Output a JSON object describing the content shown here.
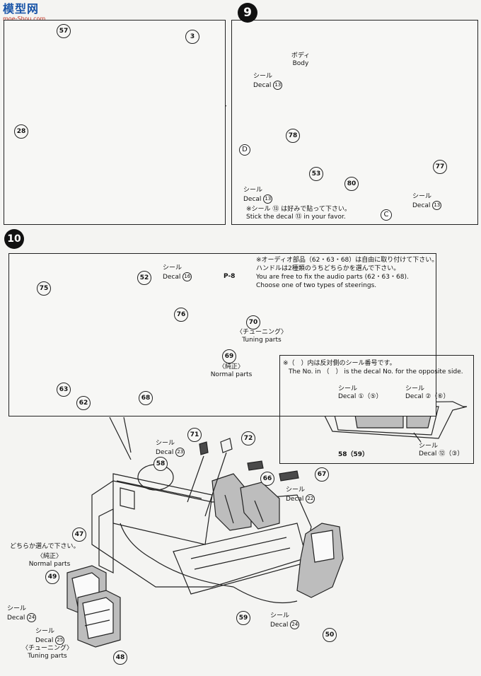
{
  "header": {
    "logo_text": "模型网",
    "logo_url": "moe-Shou.com"
  },
  "step9": {
    "number": "9",
    "body_jp": "ボディ",
    "body_en": "Body",
    "decal_jp": "シール",
    "decal_en": "Decal",
    "decal_13": "13",
    "decal_c": "13",
    "decal_d": "13",
    "parts": [
      "78",
      "53",
      "80",
      "77"
    ],
    "letters": [
      "D",
      "C"
    ],
    "note_jp": "※シール ⑬ は好みで貼って下さい。",
    "note_en": "Stick the decal ⑬ in your favor."
  },
  "step10": {
    "number": "10",
    "note1_jp": "※オーディオ部品（62・63・68）は自由に取り付けて下さい。",
    "note2_jp": "ハンドルは2種類のうちどちらかを選んで下さい。",
    "note1_en": "You are free to fix the audio parts (62・63・68).",
    "note2_en": "Choose one of two types of steerings.",
    "p_ref": "P-8",
    "decal_jp": "シール",
    "decal_en": "Decal",
    "decal_16": "16",
    "tuning_jp": "〈チューニング〉",
    "tuning_en": "Tuning parts",
    "normal_jp": "〈純正〉",
    "normal_en": "Normal parts",
    "parts_inset": [
      "75",
      "52",
      "76",
      "70",
      "69",
      "63",
      "62",
      "68"
    ],
    "box_note_jp": "※（　）内は反対側のシール番号です。",
    "box_note_en": "The No. in （　） is the decal No. for the opposite side.",
    "door_decal_a": "①（⑤）",
    "door_decal_b": "②（⑥）",
    "door_decal_c": "⑫（③）",
    "door_parts": "58（59）",
    "main_parts": [
      "71",
      "72",
      "58",
      "66",
      "67",
      "47",
      "49",
      "59",
      "50",
      "48"
    ],
    "decal_23": "23",
    "decal_22": "22",
    "decal_24a": "24",
    "decal_24b": "24",
    "decal_25": "25",
    "choose_jp": "どちらか選んで下さい。",
    "normal_label_jp": "〈純正〉",
    "normal_label_en": "Normal parts",
    "tuning_label_jp": "〈チューニング〉",
    "tuning_label_en": "Tuning parts"
  },
  "step8_parts": [
    "57",
    "3",
    "28"
  ]
}
